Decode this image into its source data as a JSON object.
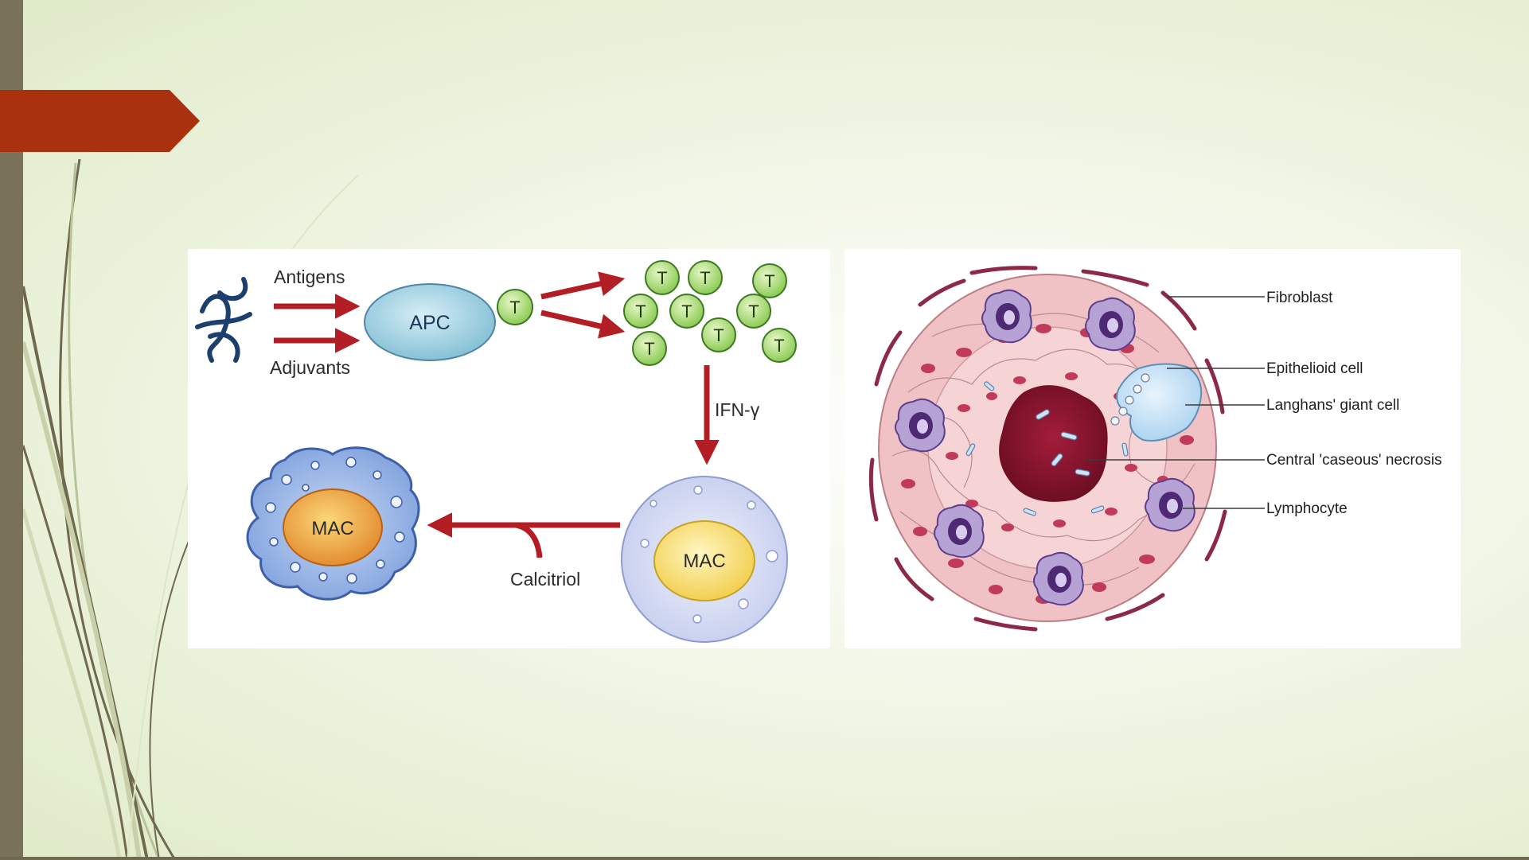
{
  "slide": {
    "accent_color": "#a93110",
    "sidebar_color": "#7a7258"
  },
  "immune_diagram": {
    "antigens_label": "Antigens",
    "adjuvants_label": "Adjuvants",
    "apc_label": "APC",
    "t_cell_label": "T",
    "t_cells": [
      "T",
      "T",
      "T",
      "T",
      "T",
      "T",
      "T",
      "T",
      "T",
      "T"
    ],
    "ifn_label": "IFN-γ",
    "mac_resting_label": "MAC",
    "mac_activated_label": "MAC",
    "calcitriol_label": "Calcitriol",
    "arrow_color": "#b31d24"
  },
  "granuloma_diagram": {
    "labels": {
      "fibroblast": "Fibroblast",
      "epithelioid": "Epithelioid cell",
      "langhans": "Langhans' giant cell",
      "necrosis": "Central 'caseous' necrosis",
      "lymphocyte": "Lymphocyte"
    }
  }
}
